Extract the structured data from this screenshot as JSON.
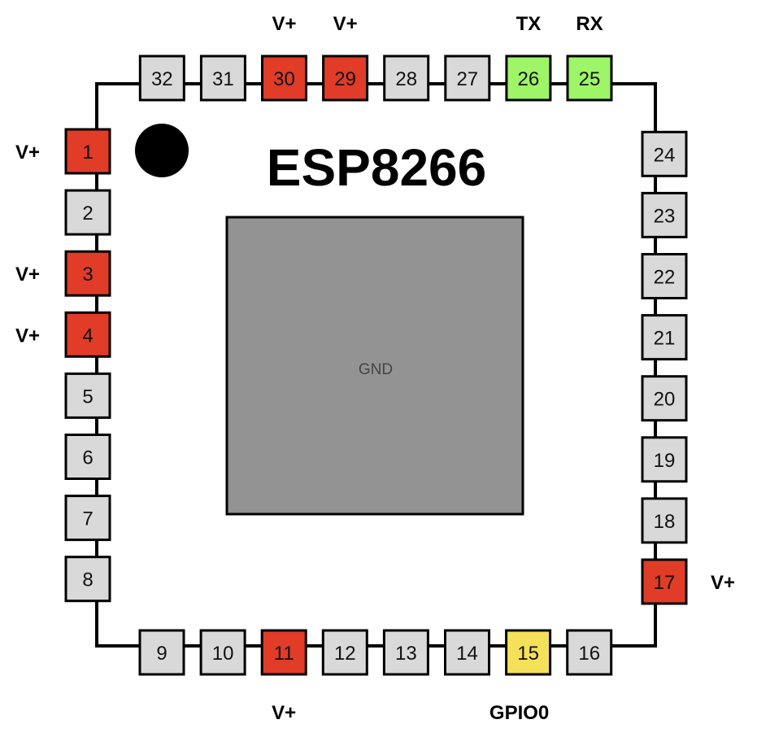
{
  "chip": {
    "title": "ESP8266",
    "pad_label": "GND"
  },
  "colors": {
    "default": "#d9d9d9",
    "power": "#e03c28",
    "uart": "#9ef567",
    "gpio": "#f5e05a",
    "pad": "#939393",
    "outline": "#000000"
  },
  "pins": [
    {
      "n": "1",
      "type": "power",
      "label": "V+"
    },
    {
      "n": "2",
      "type": "default",
      "label": ""
    },
    {
      "n": "3",
      "type": "power",
      "label": "V+"
    },
    {
      "n": "4",
      "type": "power",
      "label": "V+"
    },
    {
      "n": "5",
      "type": "default",
      "label": ""
    },
    {
      "n": "6",
      "type": "default",
      "label": ""
    },
    {
      "n": "7",
      "type": "default",
      "label": ""
    },
    {
      "n": "8",
      "type": "default",
      "label": ""
    },
    {
      "n": "9",
      "type": "default",
      "label": ""
    },
    {
      "n": "10",
      "type": "default",
      "label": ""
    },
    {
      "n": "11",
      "type": "power",
      "label": "V+"
    },
    {
      "n": "12",
      "type": "default",
      "label": ""
    },
    {
      "n": "13",
      "type": "default",
      "label": ""
    },
    {
      "n": "14",
      "type": "default",
      "label": ""
    },
    {
      "n": "15",
      "type": "gpio",
      "label": "GPIO0"
    },
    {
      "n": "16",
      "type": "default",
      "label": ""
    },
    {
      "n": "17",
      "type": "power",
      "label": "V+"
    },
    {
      "n": "18",
      "type": "default",
      "label": ""
    },
    {
      "n": "19",
      "type": "default",
      "label": ""
    },
    {
      "n": "20",
      "type": "default",
      "label": ""
    },
    {
      "n": "21",
      "type": "default",
      "label": ""
    },
    {
      "n": "22",
      "type": "default",
      "label": ""
    },
    {
      "n": "23",
      "type": "default",
      "label": ""
    },
    {
      "n": "24",
      "type": "default",
      "label": ""
    },
    {
      "n": "25",
      "type": "uart",
      "label": "RX"
    },
    {
      "n": "26",
      "type": "uart",
      "label": "TX"
    },
    {
      "n": "27",
      "type": "default",
      "label": ""
    },
    {
      "n": "28",
      "type": "default",
      "label": ""
    },
    {
      "n": "29",
      "type": "power",
      "label": "V+"
    },
    {
      "n": "30",
      "type": "power",
      "label": "V+"
    },
    {
      "n": "31",
      "type": "default",
      "label": ""
    },
    {
      "n": "32",
      "type": "default",
      "label": ""
    }
  ]
}
